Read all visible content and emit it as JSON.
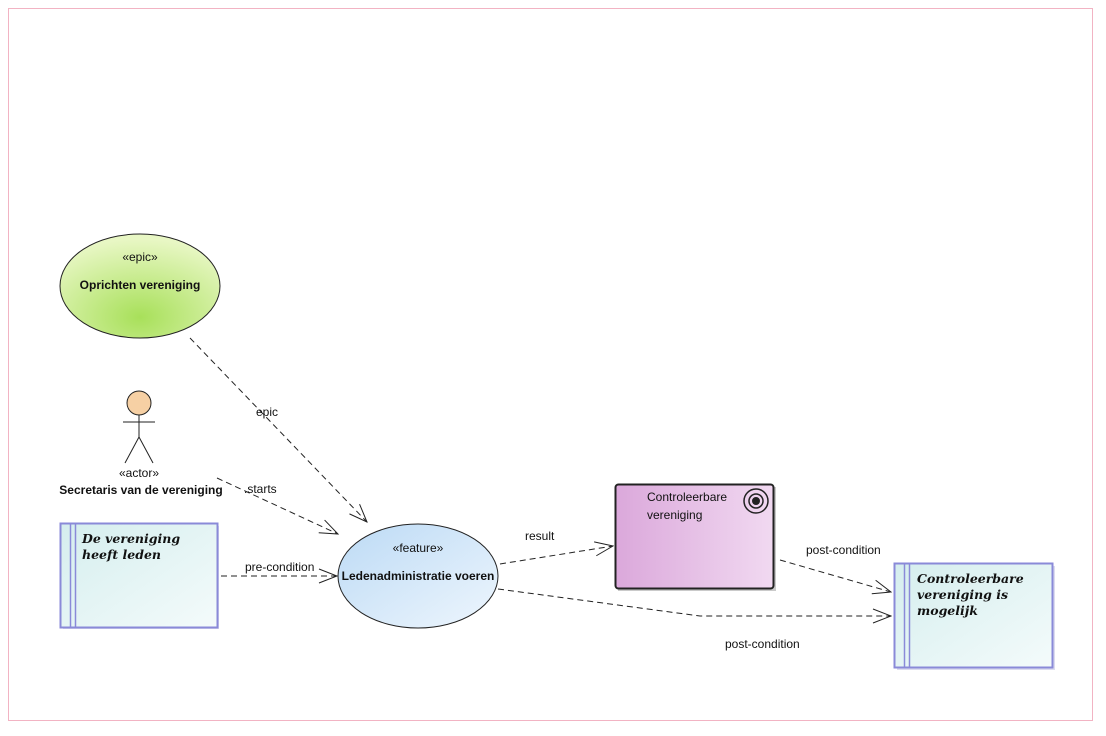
{
  "diagram": {
    "epic": {
      "stereotype": "«epic»",
      "name": "Oprichten vereniging"
    },
    "actor": {
      "stereotype": "«actor»",
      "name": "Secretaris van de vereniging"
    },
    "precondition_req": {
      "name": "De vereniging heeft leden"
    },
    "feature": {
      "stereotype": "«feature»",
      "name": "Ledenadministratie voeren"
    },
    "goal": {
      "name": "Controleerbare vereniging",
      "icon": "goal-target-icon"
    },
    "postcondition_req": {
      "name": "Controleerbare vereniging is mogelijk"
    },
    "edges": {
      "epic": "epic",
      "starts": ".starts",
      "pre_condition": "pre-condition",
      "result": "result",
      "post_condition_goal": "post-condition",
      "post_condition_feature": "post-condition"
    },
    "colors": {
      "epic_fill": "#a8e05a",
      "feature_fill": "#c9e2f7",
      "goal_fill": "#e3b4e3",
      "req_fill": "#e3f3f3",
      "req_border": "#8a8ad8",
      "actor_head": "#f6d0a4",
      "frame": "#f2b3c3"
    }
  }
}
